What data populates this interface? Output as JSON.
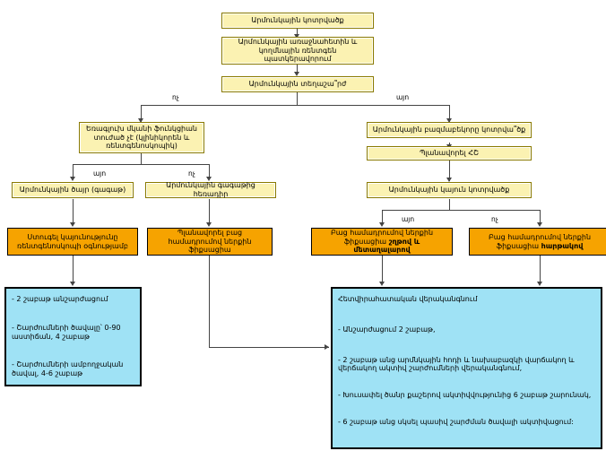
{
  "diagram": {
    "title": "Armenian elbow (olecranon) fracture management flowchart",
    "colors": {
      "yellow_fill": "#fbf2b2",
      "orange_fill": "#f6a300",
      "blue_fill": "#9fe2f5",
      "edge": "#5a5a5a",
      "border": "#000000"
    },
    "nodes": {
      "n1_fracture": "Արմունկային կոտրվածք",
      "n2_frontal_lateral": "Արմունկային առաջնահետին և կողմնային ռենտգեն պատկերավորում",
      "n3_displaced": "Արմունկային տեղաշա՞րժ",
      "n4_triceps_ok": "Եռագլուխ մկանի ֆունկցիան տուժած չէ (կլինիկորեն և ռենտգենոսկոպիկ)",
      "n5_comminuted": "Արմունկային բազմաբեկորը կոտրվա՞ծք",
      "n6_plan_ct": "Պլանավորել ՀՇ",
      "n7_apex": "Արմունկային ծայր (գագաթ)",
      "n8_distal_apex": "Արմունկային գագաթից հեռադիր",
      "n9_stable": "Արմունկային կայուն կոտրվածք",
      "n10_check_stability": "Ստուգել կայունությունը ռենտգենոսկոպի օգնությամբ",
      "n11_plan_orif": "Պլանավորել բաց համադրումով ներքին ֆիքսացիա",
      "n12_orif_tbw_plain": "Բաց համադրումով ներքին ֆիքսացիա ",
      "n12_orif_tbw_bold": "շղթով և մետաղալարով",
      "n13_orif_plate_plain": "Բաց համադրումով ներքին ֆիքսացիա ",
      "n13_orif_plate_bold": "հարթակով"
    },
    "edge_labels": {
      "l_no_top": "ոչ",
      "l_yes_top": "այո",
      "l_yes_mid": "այո",
      "l_no_mid": "ոչ",
      "l_yes_right": "այո",
      "l_no_right": "ոչ"
    },
    "blue_left": {
      "lines": [
        "-  2 շաբաթ անշարժացում",
        "-  Շարժումների ծավալը՝ 0-90 աստիճան, 4 շաբաթ",
        "-  Շարժումների ամբողջական ծավալ, 4-6 շաբաթ"
      ]
    },
    "blue_right": {
      "heading": "Հետվիրահատական վերականգնում",
      "lines": [
        "-  Անշարժացում 2 շաբաթ,",
        "-  2 շաբաթ անց արմնկային հոդի և նախաբազկի վարճակող և վերճակող ակտիվ շարժումների վերականգնում,",
        "-  Խուսափել ծանր քաշերով ակտիվվությունից 6 շաբաթ շարունակ,",
        "-  6 շաբաթ անց սկսել պասիվ շարժման ծավալի ակտիվացում:"
      ]
    }
  }
}
